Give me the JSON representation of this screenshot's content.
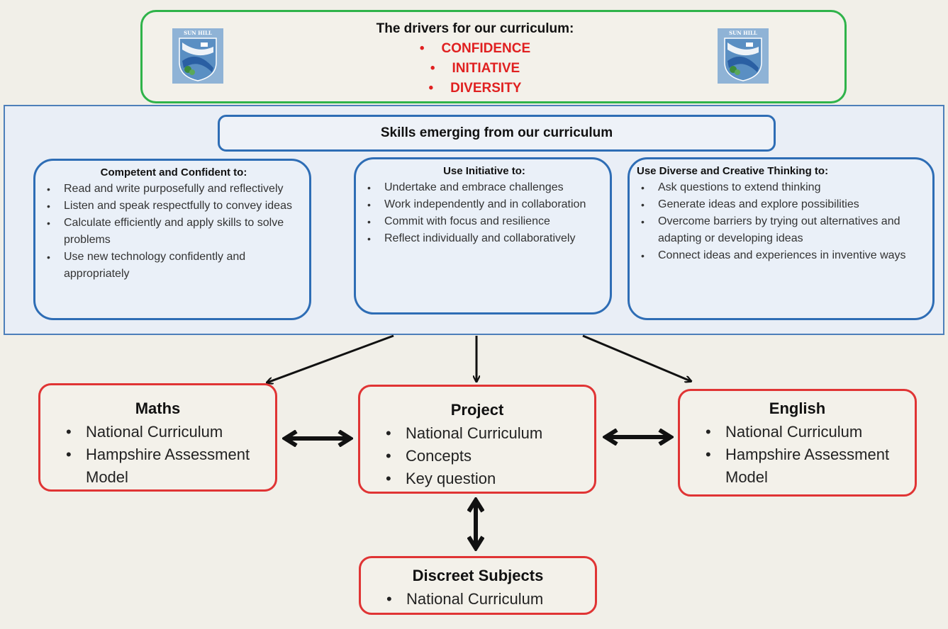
{
  "drivers": {
    "title": "The drivers for our curriculum:",
    "bullet": "•",
    "items": [
      "CONFIDENCE",
      "INITIATIVE",
      "DIVERSITY"
    ],
    "logo_text": "SUN HILL"
  },
  "skills": {
    "title": "Skills emerging from our curriculum",
    "groups": [
      {
        "heading": "Competent and Confident to:",
        "items": [
          "Read and write purposefully and reflectively",
          "Listen and speak respectfully to convey ideas",
          "Calculate efficiently and apply skills to solve problems",
          "Use new technology confidently and appropriately"
        ]
      },
      {
        "heading": "Use Initiative to:",
        "items": [
          "Undertake and embrace challenges",
          "Work independently and in collaboration",
          "Commit with focus and resilience",
          "Reflect individually and collaboratively"
        ]
      },
      {
        "heading": "Use Diverse and Creative Thinking to:",
        "items": [
          "Ask questions to extend thinking",
          "Generate ideas and explore  possibilities",
          "Overcome barriers by trying out alternatives and adapting or  developing ideas",
          "Connect ideas and experiences in inventive ways"
        ]
      }
    ]
  },
  "subjects": {
    "maths": {
      "title": "Maths",
      "items": [
        "National Curriculum",
        "Hampshire Assessment  Model"
      ]
    },
    "project": {
      "title": "Project",
      "items": [
        "National Curriculum",
        "Concepts",
        "Key question"
      ]
    },
    "english": {
      "title": "English",
      "items": [
        "National Curriculum",
        "Hampshire Assessment  Model"
      ]
    },
    "discreet": {
      "title": "Discreet Subjects",
      "items": [
        "National Curriculum"
      ]
    }
  },
  "colors": {
    "drivers_border": "#2fb34a",
    "drivers_text": "#e02020",
    "skills_border": "#2e6db5",
    "subject_border": "#e03434"
  }
}
